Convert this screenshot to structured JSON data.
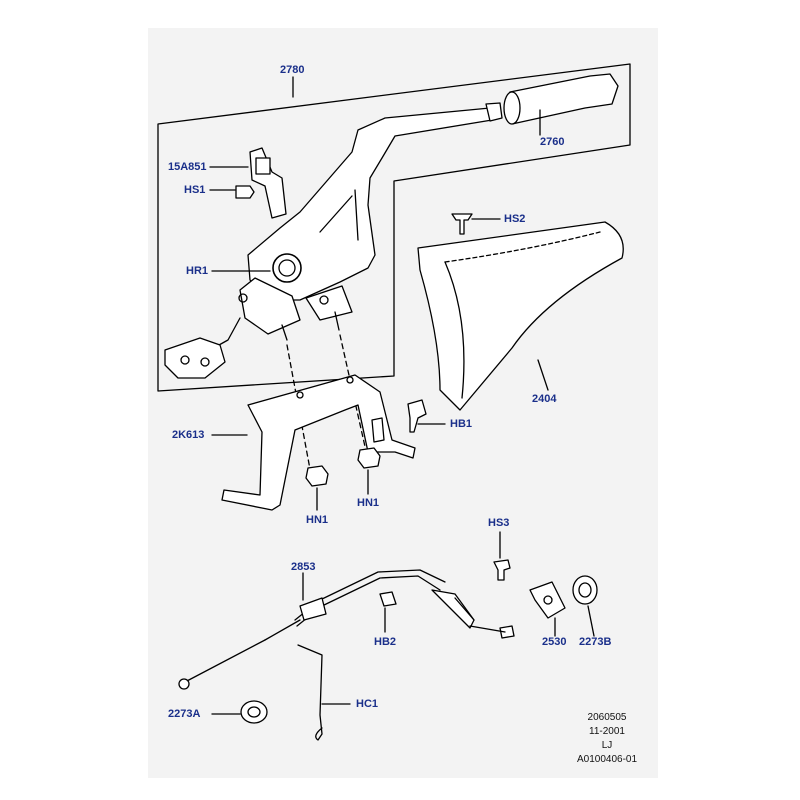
{
  "labels": {
    "l2780": "2780",
    "l2760": "2760",
    "l15A851": "15A851",
    "lHS1": "HS1",
    "lHS2": "HS2",
    "lHR1": "HR1",
    "l2404": "2404",
    "lHB1": "HB1",
    "l2K613": "2K613",
    "lHN1a": "HN1",
    "lHN1b": "HN1",
    "lHS3": "HS3",
    "l2853": "2853",
    "lHB2": "HB2",
    "l2530": "2530",
    "l2273B": "2273B",
    "l2273A": "2273A",
    "lHC1": "HC1"
  },
  "reference": {
    "code": "2060505",
    "date": "11-2001",
    "initials": "LJ",
    "illustration_id": "A0100406-01"
  },
  "colors": {
    "label": "#1a2f8a",
    "line": "#000000",
    "page": "#f3f3f3"
  }
}
